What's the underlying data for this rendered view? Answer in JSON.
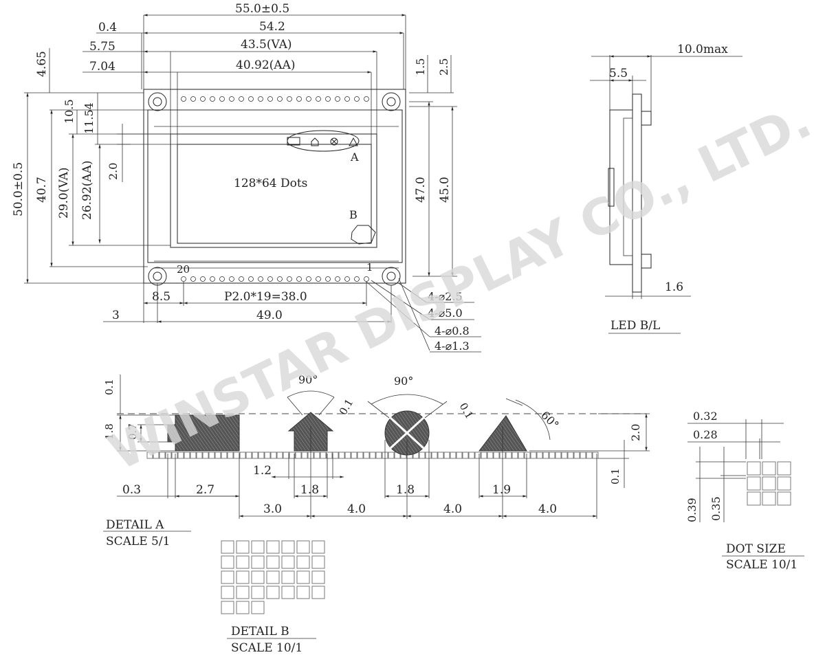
{
  "watermark": "WINSTAR DISPLAY CO., LTD.",
  "front_view": {
    "dim_55": "55.0±0.5",
    "dim_54_2": "54.2",
    "dim_43_5": "43.5(VA)",
    "dim_40_92": "40.92(AA)",
    "dim_0_4": "0.4",
    "dim_5_75": "5.75",
    "dim_7_04": "7.04",
    "dim_4_65": "4.65",
    "dim_1_5": "1.5",
    "dim_2_5": "2.5",
    "dim_50": "50.0±0.5",
    "dim_40_7": "40.7",
    "dim_29_0": "29.0(VA)",
    "dim_26_92": "26.92(AA)",
    "dim_10_5": "10.5",
    "dim_11_54": "11.54",
    "dim_2_0": "2.0",
    "dim_47_0": "47.0",
    "dim_45_0": "45.0",
    "label_a": "A",
    "label_b": "B",
    "dots_label": "128*64 Dots",
    "pin_20": "20",
    "pin_1": "1",
    "dim_8_5": "8.5",
    "pitch_label": "P2.0*19=38.0",
    "dim_3": "3",
    "dim_49": "49.0",
    "hole_1": "4-⌀2.5",
    "hole_2": "4-⌀5.0",
    "hole_3": "4-⌀0.8",
    "hole_4": "4-⌀1.3"
  },
  "side_view": {
    "dim_10max": "10.0max",
    "dim_5_5": "5.5",
    "dim_1_6": "1.6",
    "caption": "LED B/L"
  },
  "detail_a": {
    "dim_0_1_top": "0.1",
    "dim_1_8": "1.8",
    "dim_0_7": "0.7",
    "angle_1": "90°",
    "angle_2": "90°",
    "angle_3": "60°",
    "dim_0_1_left": "0.1",
    "dim_0_1_right": "0.1",
    "dim_2_0": "2.0",
    "dim_0_1_bottom": "0.1",
    "dim_1_2": "1.2",
    "dim_0_3": "0.3",
    "dim_2_7": "2.7",
    "dim_1_8_a": "1.8",
    "dim_1_8_b": "1.8",
    "dim_1_9": "1.9",
    "dim_3_0": "3.0",
    "dim_4_0_a": "4.0",
    "dim_4_0_b": "4.0",
    "dim_4_0_c": "4.0",
    "caption_title": "DETAIL A",
    "caption_scale": "SCALE 5/1"
  },
  "detail_b": {
    "caption_title": "DETAIL B",
    "caption_scale": "SCALE 10/1"
  },
  "dot_size": {
    "dim_0_32": "0.32",
    "dim_0_28": "0.28",
    "dim_0_39": "0.39",
    "dim_0_35": "0.35",
    "caption_title": "DOT SIZE",
    "caption_scale": "SCALE 10/1"
  }
}
